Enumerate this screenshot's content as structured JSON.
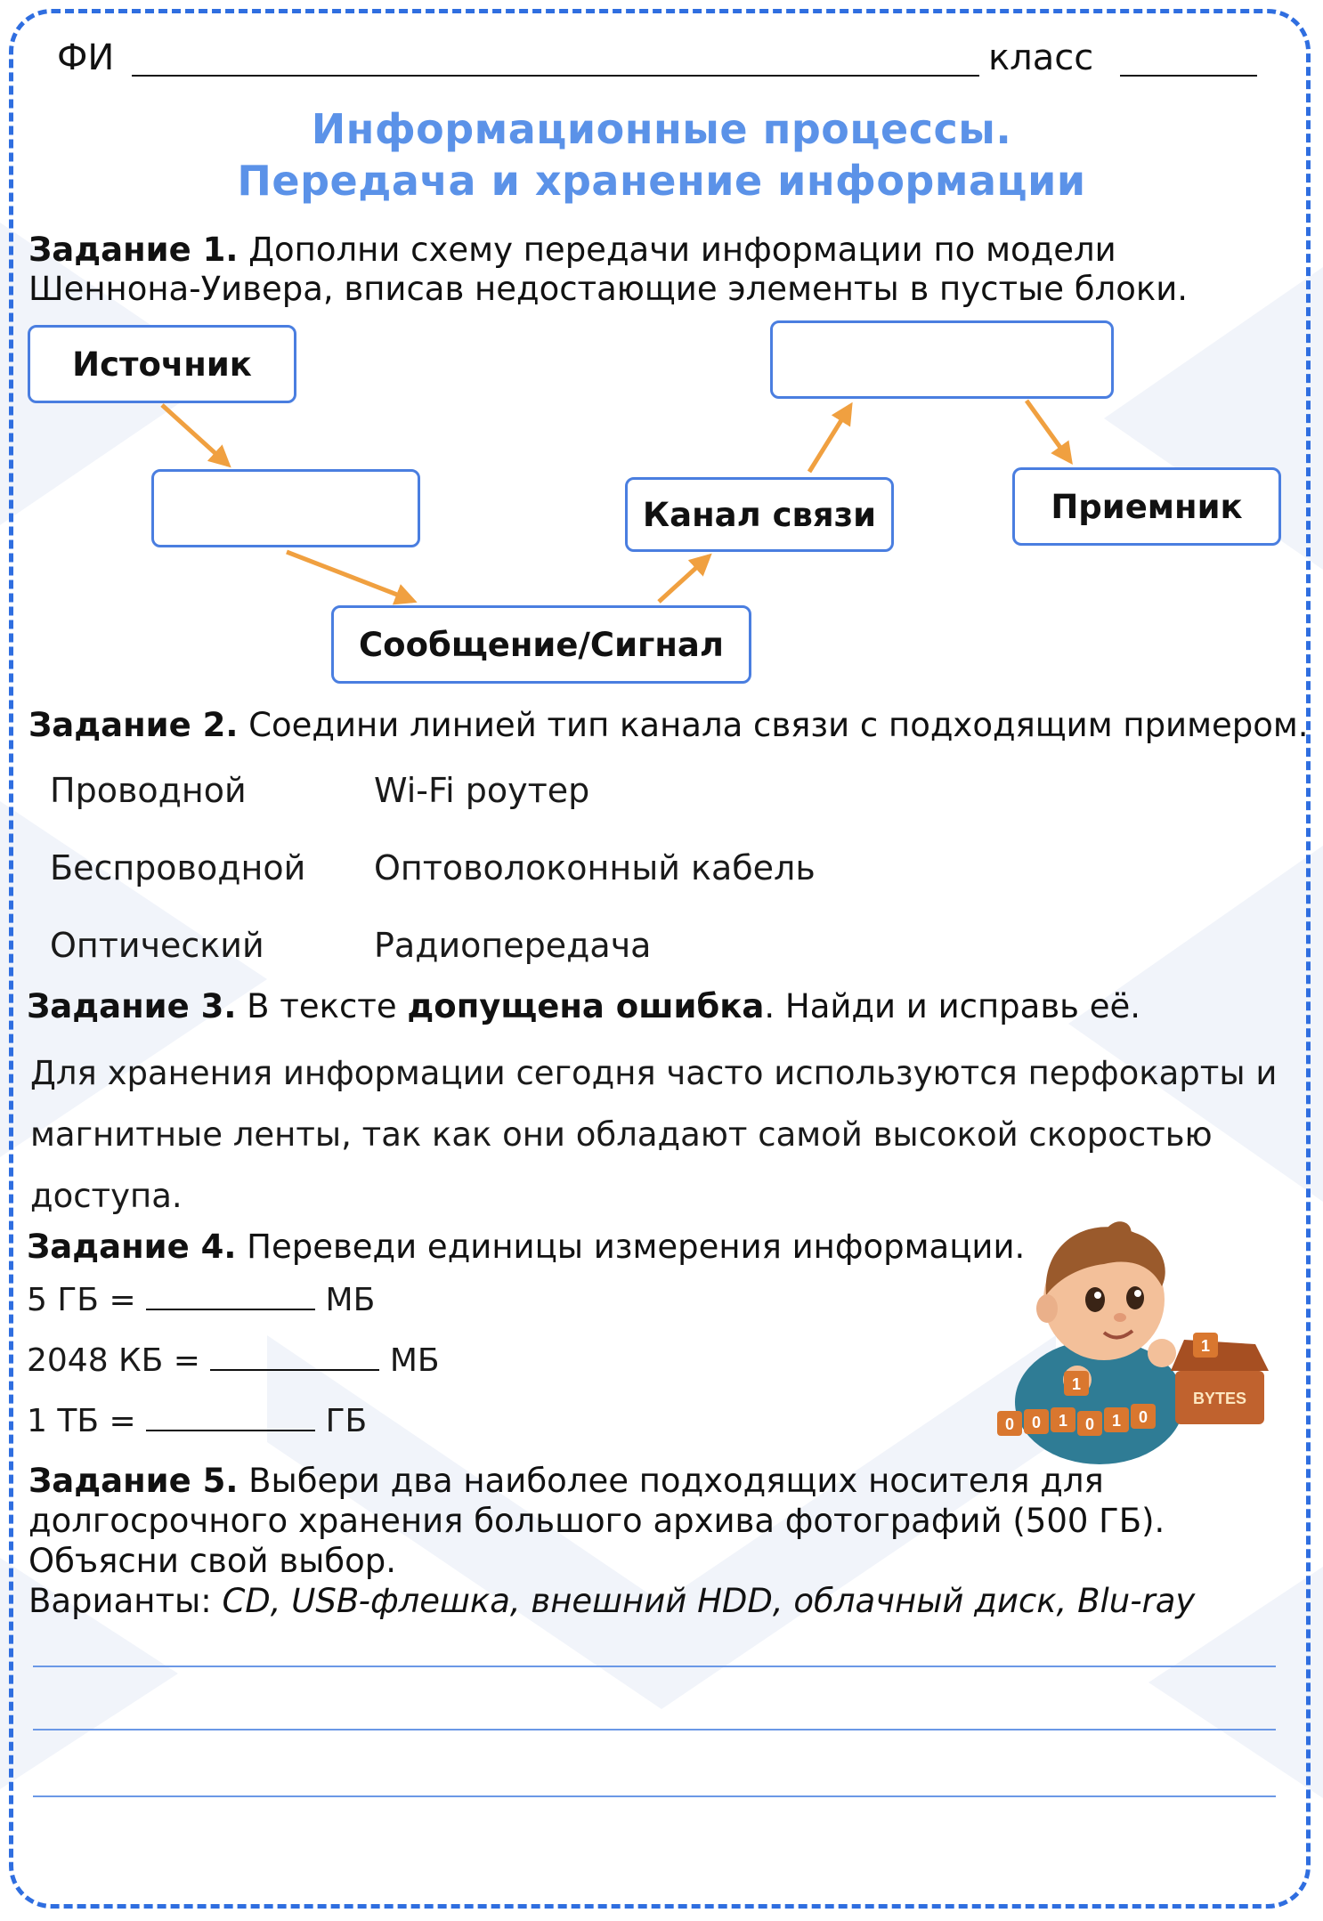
{
  "header": {
    "name_label": "ФИ",
    "class_label": "класс"
  },
  "title": {
    "line1": "Информационные процессы.",
    "line2": "Передача и хранение информации"
  },
  "task1": {
    "label": "Задание 1.",
    "text_line1": "Дополни схему передачи информации по модели",
    "text_line2": "Шеннона-Уивера, вписав недостающие элементы в пустые блоки.",
    "boxes": {
      "source": "Источник",
      "message": "Сообщение/Сигнал",
      "channel": "Канал связи",
      "receiver": "Приемник"
    },
    "arrow_color": "#f0a040"
  },
  "task2": {
    "label": "Задание 2.",
    "text": "Соедини линией тип канала связи с подходящим примером.",
    "left": [
      "Проводной",
      "Беспроводной",
      "Оптический"
    ],
    "right": [
      "Wi-Fi роутер",
      "Оптоволоконный кабель",
      "Радиопередача"
    ]
  },
  "task3": {
    "label": "Задание 3.",
    "text_before": "В тексте",
    "text_bold": "допущена ошибка",
    "text_after": ". Найди и исправь её.",
    "paragraph_lines": [
      "Для хранения информации сегодня часто используются перфокарты и",
      "магнитные ленты, так как они обладают самой высокой скоростью",
      "доступа."
    ]
  },
  "task4": {
    "label": "Задание 4.",
    "text": "Переведи единицы измерения информации.",
    "rows": [
      {
        "left": "5 ГБ =",
        "unit": "МБ"
      },
      {
        "left": "2048 КБ =",
        "unit": "МБ"
      },
      {
        "left": "1 ТБ =",
        "unit": "ГБ"
      }
    ],
    "illustration": {
      "label": "BYTES",
      "cubes": [
        "0",
        "0",
        "1",
        "0",
        "1",
        "0",
        "1",
        "1"
      ]
    }
  },
  "task5": {
    "label": "Задание 5.",
    "text_lines": [
      "Выбери два наиболее подходящих носителя для",
      "долгосрочного хранения большого архива фотографий (500 ГБ).",
      "Объясни свой выбор."
    ],
    "options_label": "Варианты:",
    "options": "CD, USB-флешка, внешний HDD, облачный диск, Blu-ray"
  },
  "colors": {
    "frame": "#2f6ee0",
    "title": "#5b92e8",
    "box_border": "#4a7ee0",
    "arrow": "#f0a040",
    "answer_line": "#6b98e6"
  }
}
